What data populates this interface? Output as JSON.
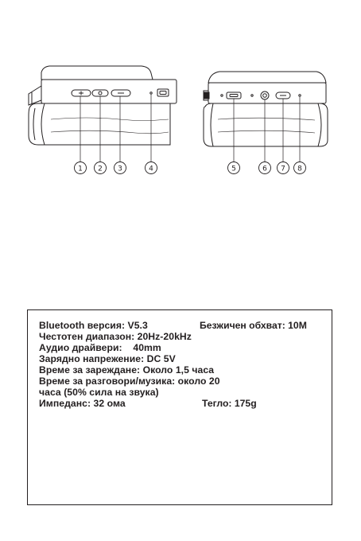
{
  "callouts": [
    "1",
    "2",
    "3",
    "4",
    "5",
    "6",
    "7",
    "8"
  ],
  "specs": {
    "bluetooth_version": "Bluetooth версия: V5.3",
    "wireless_range": "Безжичен обхват: 10M",
    "frequency_range": "Честотен диапазон: 20Hz-20kHz",
    "audio_drivers": "Аудио драйвери:    40mm",
    "charging_voltage": "Зарядно напрежение: DC 5V",
    "charging_time": "Време за зареждане: Около 1,5 часа",
    "talk_music_time_line1": "Време за разговори/музика: около 20",
    "talk_music_time_line2": "часа (50% сила на звука)",
    "impedance": "Импеданс: 32 ома",
    "weight": "Тегло: 175g"
  }
}
